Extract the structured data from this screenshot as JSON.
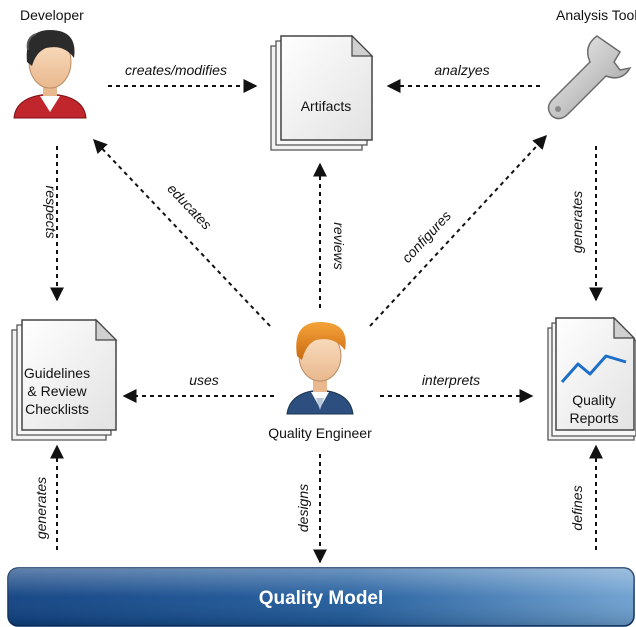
{
  "nodes": {
    "developer": "Developer",
    "analysis_tool": "Analysis Tool",
    "artifacts": "Artifacts",
    "guidelines": [
      "Guidelines",
      "& Review",
      "Checklists"
    ],
    "quality_engineer": "Quality Engineer",
    "quality_reports": [
      "Quality",
      "Reports"
    ],
    "quality_model": "Quality Model"
  },
  "edges": {
    "creates_modifies": "creates/modifies",
    "analyzes": "analzyes",
    "respects": "respects",
    "educates": "educates",
    "reviews": "reviews",
    "configures": "configures",
    "generates_reports": "generates",
    "uses": "uses",
    "interprets": "interprets",
    "generates_guidelines": "generates",
    "designs": "designs",
    "defines": "defines"
  },
  "colors": {
    "model_bar_dark": "#0d3f80",
    "model_bar_light": "#5f93c6",
    "chart_line": "#1e6fc8"
  },
  "icons": {
    "developer": "person-dark-hair-icon",
    "engineer": "person-orange-hair-icon",
    "tool": "wrench-icon",
    "document": "document-stack-icon",
    "report": "chart-report-icon"
  }
}
